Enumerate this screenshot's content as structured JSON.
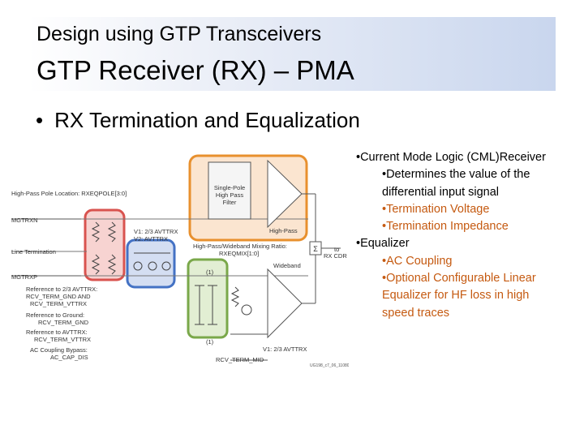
{
  "header": {
    "subtitle": "Design using GTP Transceivers",
    "title": "GTP Receiver (RX) – PMA"
  },
  "main_bullet": "RX Termination and Equalization",
  "right_list": {
    "item1": "•Current Mode Logic  (CML)Receiver",
    "item1_sub1_a": "•Determines the value of the",
    "item1_sub1_b": "differential input signal",
    "item1_sub2": "•Termination Voltage",
    "item1_sub3": "•Termination Impedance",
    "item2": "•Equalizer",
    "item2_sub1": "•AC Coupling",
    "item2_sub2_a": "•Optional  Configurable Linear",
    "item2_sub2_b": "Equalizer for HF loss in high",
    "item2_sub2_c": "speed traces"
  },
  "diagram": {
    "labels": {
      "hpf_location": "High-Pass Pole Location: RXEQPOLE[3:0]",
      "mgtrxn": "MGTRXN",
      "line_termination": "Line Termination",
      "mgtrxp": "MGTRXP",
      "ref_2_3": "Reference to 2/3 AVTTRX:",
      "rcv_term_gnd_and": "RCV_TERM_GND AND",
      "rcv_term_vttrx": "RCV_TERM_VTTRX",
      "ref_ground": "Reference to Ground:",
      "rcv_term_gnd": "RCV_TERM_GND",
      "ref_avttrx": "Reference to AVTTRX:",
      "rcv_term_vttrx2": "RCV_TERM_VTTRX",
      "ac_bypass": "AC Coupling Bypass:",
      "ac_cap_dis": "AC_CAP_DIS",
      "v1": "V1: 2/3 AVTTRX",
      "v2": "V2: AVTTRX",
      "single_pole": "Single-Pole",
      "high_pass": "High Pass",
      "filter": "Filter",
      "high_pass_label": "High-Pass",
      "mixing_ratio": "High-Pass/Wideband Mixing Ratio:",
      "rxeqmix": "RXEQMIX[1:0]",
      "sigma": "Σ",
      "to": "to",
      "rx_cdr": "RX CDR",
      "wideband": "Wideband",
      "one_a": "(1)",
      "one_b": "(1)",
      "v1_bottom": "V1: 2/3 AVTTRX",
      "rcv_term_mid": "RCV_TERM_MID",
      "figure_id": "UG198_c7_06_110807"
    }
  }
}
